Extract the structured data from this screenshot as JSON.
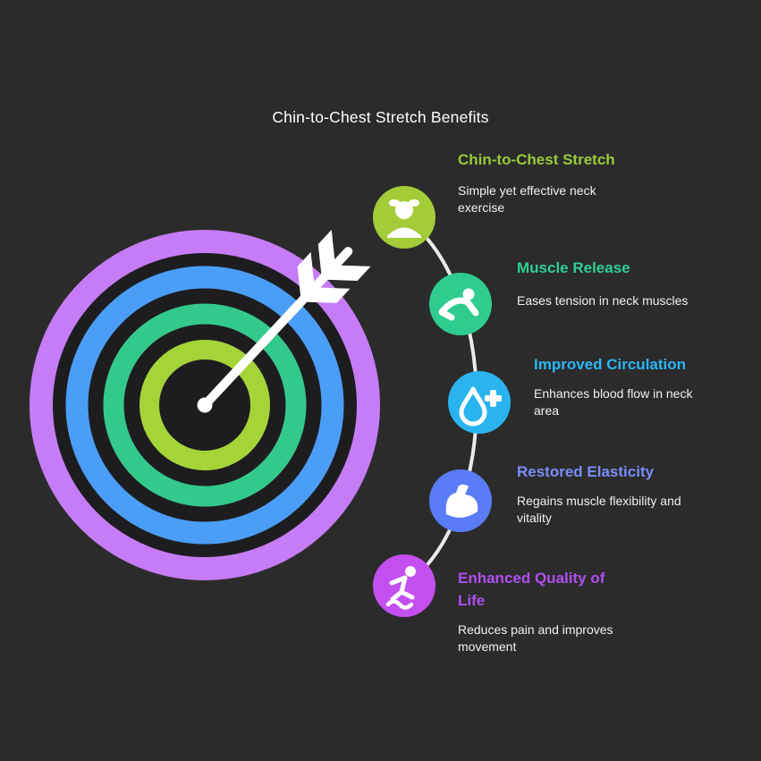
{
  "page": {
    "title": "Chin-to-Chest Stretch Benefits",
    "background": "#2b2b2b"
  },
  "colors": {
    "ring_purple": "#c67cf6",
    "ring_blue": "#4b9ef7",
    "ring_green": "#34c98c",
    "ring_lime": "#a5d438",
    "target_base": "#1d1d20",
    "connector": "#eaeaea",
    "arrow": "#ffffff",
    "icon": "#ffffff",
    "text": "#f0f0f0"
  },
  "items": [
    {
      "title": "Chin-to-Chest Stretch",
      "description": "Simple yet effective neck exercise",
      "color": "#a3cc39",
      "title_color": "#9aca3c",
      "icon": "neck-stretch-icon"
    },
    {
      "title": "Muscle Release",
      "description": "Eases tension in neck muscles",
      "color": "#2ecc8f",
      "title_color": "#2fcf94",
      "icon": "stretch-pose-icon"
    },
    {
      "title": "Improved Circulation",
      "description": "Enhances blood flow in neck area",
      "color": "#29b4ef",
      "title_color": "#2ab7f6",
      "icon": "blood-drop-icon"
    },
    {
      "title": "Restored Elasticity",
      "description": "Regains muscle flexibility and vitality",
      "color": "#5b7cf7",
      "title_color": "#7a8df8",
      "icon": "bicep-icon"
    },
    {
      "title": "Enhanced Quality of Life",
      "description": "Reduces pain and improves movement",
      "color": "#c44ff0",
      "title_color": "#b04ef2",
      "icon": "active-person-icon"
    }
  ]
}
